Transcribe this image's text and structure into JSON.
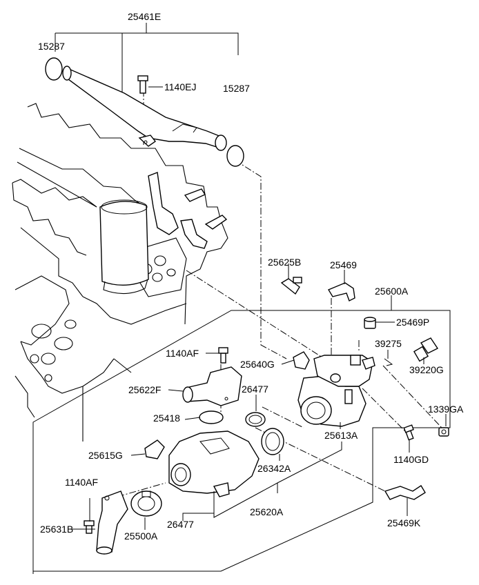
{
  "labels": {
    "l25461E": "25461E",
    "l15287a": "15287",
    "l15287b": "15287",
    "l1140EJ": "1140EJ",
    "l25625B": "25625B",
    "l25469": "25469",
    "l25600A": "25600A",
    "l25469P": "25469P",
    "l39275": "39275",
    "l39220G": "39220G",
    "l1140AFa": "1140AF",
    "l25640G": "25640G",
    "l25622F": "25622F",
    "l26477a": "26477",
    "l25418": "25418",
    "l1339GA": "1339GA",
    "l25613A": "25613A",
    "l25615G": "25615G",
    "l1140GD": "1140GD",
    "l26342A": "26342A",
    "l1140AFb": "1140AF",
    "l25620A": "25620A",
    "l26477b": "26477",
    "l25469K": "25469K",
    "l25631B": "25631B",
    "l25500A": "25500A"
  },
  "colors": {
    "line": "#000000",
    "background": "#ffffff"
  }
}
